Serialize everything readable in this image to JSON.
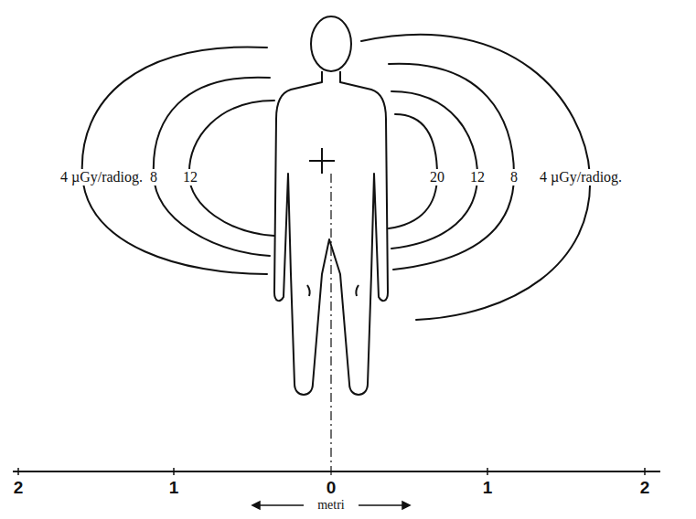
{
  "diagram": {
    "labels": [
      "4 µGy/radiog.",
      "8",
      "12",
      "20",
      "12",
      "8",
      "4 µGy/radiog.",
      "2",
      "1",
      "0",
      "1",
      "2",
      "metri"
    ]
  }
}
